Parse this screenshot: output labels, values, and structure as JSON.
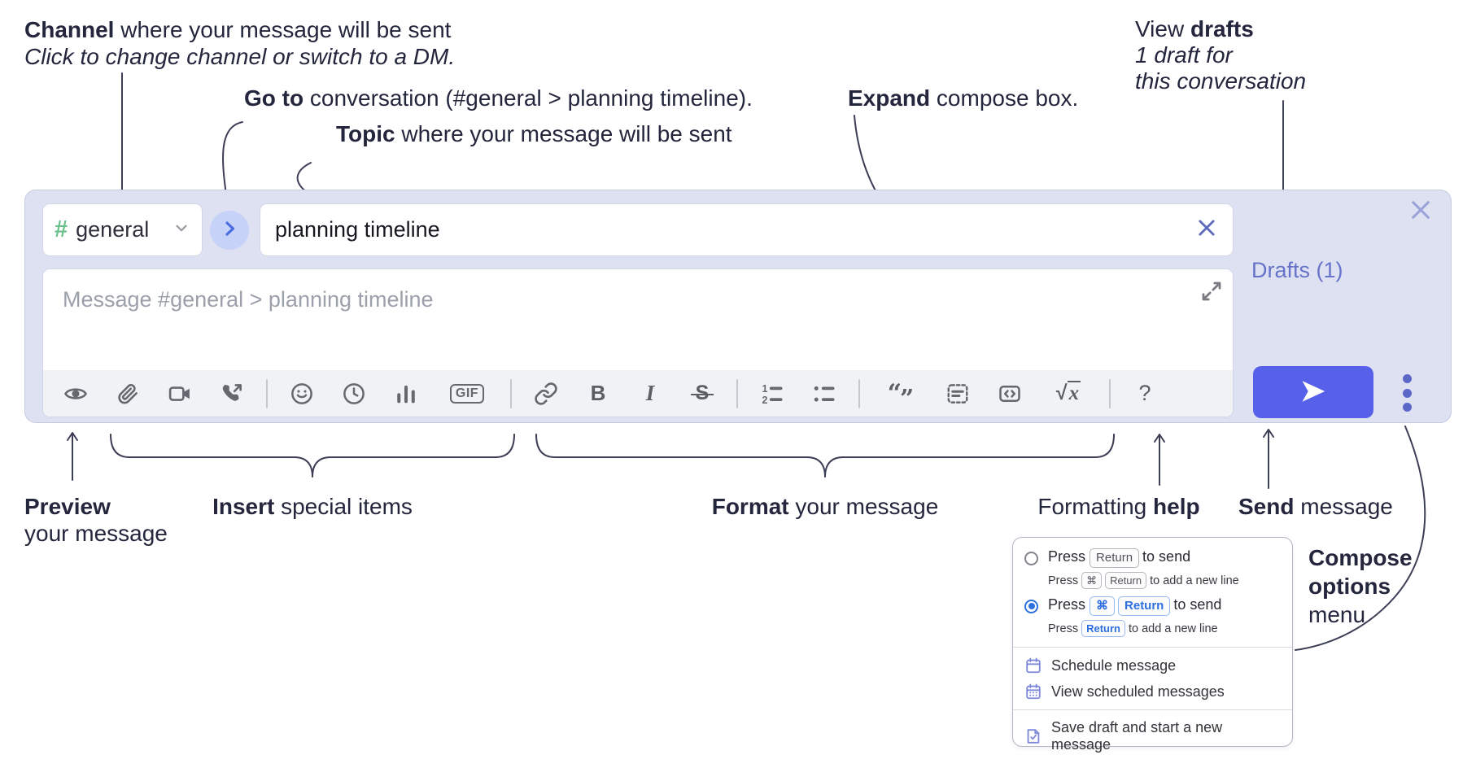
{
  "annotations": {
    "channel": {
      "bold": "Channel",
      "rest": " where your message will be sent",
      "sub": "Click to change channel or switch to a DM."
    },
    "goto": {
      "bold": "Go to",
      "rest": " conversation (#general > planning timeline)."
    },
    "topic": {
      "bold": "Topic",
      "rest": " where your message will be sent"
    },
    "expand": {
      "bold": "Expand",
      "rest": " compose box."
    },
    "drafts": {
      "pre": "View ",
      "bold": "drafts",
      "sub1": "1 draft for",
      "sub2": "this conversation"
    },
    "preview": {
      "bold": "Preview",
      "rest": "your message"
    },
    "insert": {
      "bold": "Insert",
      "rest": " special items"
    },
    "format": {
      "bold": "Format",
      "rest": " your message"
    },
    "help": {
      "pre": "Formatting ",
      "bold": "help"
    },
    "send": {
      "bold": "Send",
      "rest": " message"
    },
    "compose_options": {
      "bold1": "Compose",
      "bold2": "options",
      "rest": "menu"
    }
  },
  "compose": {
    "channel": {
      "hash": "#",
      "name": "general"
    },
    "topic_value": "planning timeline",
    "message_placeholder": "Message #general > planning timeline",
    "drafts_link": "Drafts (1)",
    "toolbar_icons": [
      "preview",
      "attach",
      "video-call",
      "voice-call",
      "emoji",
      "time",
      "poll",
      "gif",
      "link",
      "bold",
      "italic",
      "strikethrough",
      "numbered-list",
      "bulleted-list",
      "quote",
      "spoiler",
      "code",
      "math",
      "help"
    ],
    "glyphs": {
      "bold": "B",
      "italic": "I",
      "strike": "S",
      "gif": "GIF",
      "quote_open": "“",
      "quote_close": "”",
      "math_root": "√",
      "math_var": "x",
      "help": "?",
      "ol_num1": "1",
      "ol_num2": "2"
    }
  },
  "menu": {
    "option1": {
      "press": "Press",
      "key1": "Return",
      "suffix": "to send"
    },
    "option1_sub": {
      "press": "Press",
      "key1": "⌘",
      "key2": "Return",
      "suffix": "to add a new line"
    },
    "option2": {
      "press": "Press",
      "key1": "⌘",
      "key2": "Return",
      "suffix": "to send"
    },
    "option2_sub": {
      "press": "Press",
      "key1": "Return",
      "suffix": "to add a new line"
    },
    "items": [
      {
        "label": "Schedule message"
      },
      {
        "label": "View scheduled messages"
      },
      {
        "label": "Save draft and start a new message"
      }
    ]
  },
  "colors": {
    "accent_send": "#5760e8",
    "drafts_link": "#6673c8",
    "channel_hash_green": "#6ac08b",
    "shortcut_blue": "#2e6fe0",
    "menu_icon_purple": "#7e89da",
    "compose_background": "#dee1f2"
  }
}
